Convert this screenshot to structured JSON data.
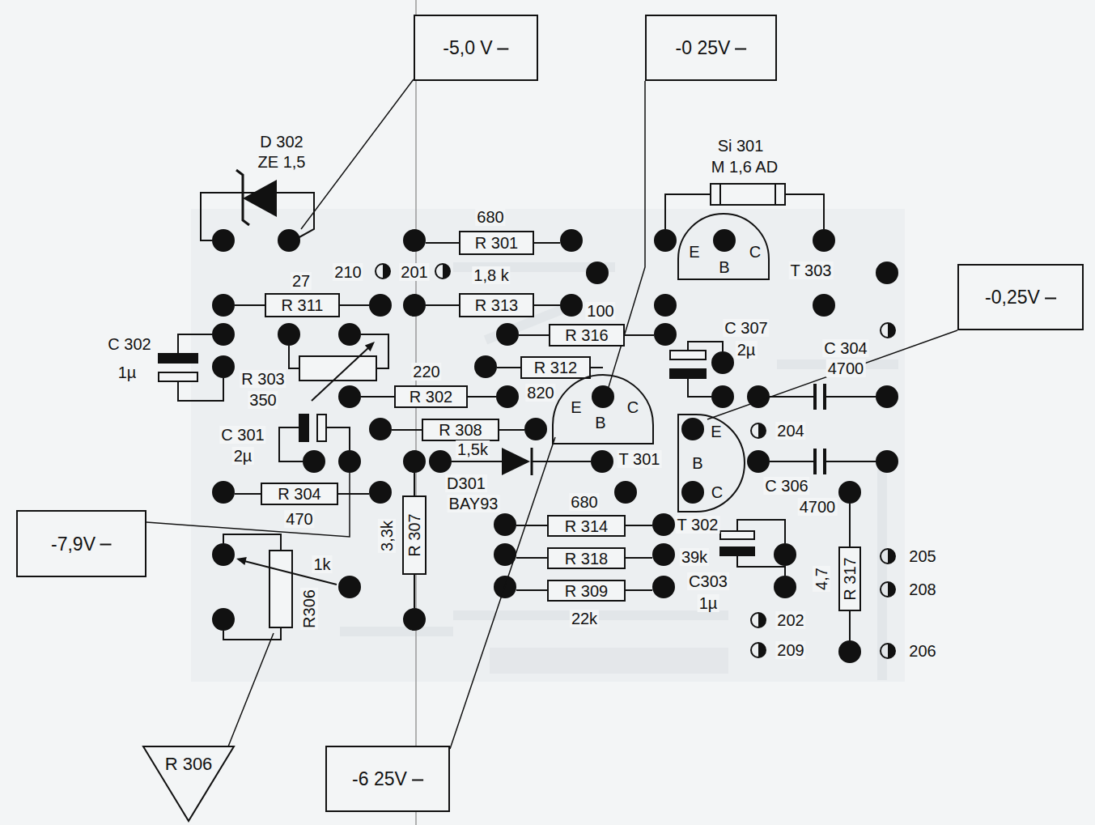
{
  "diagram": {
    "nodes": [
      {
        "text": [
          "-5,0 V"
        ]
      },
      {
        "text": [
          "-0 25V"
        ]
      },
      {
        "text": [
          "R 301"
        ]
      },
      {
        "text": [
          "E",
          "B",
          "C"
        ]
      },
      {
        "text": [
          "R 311"
        ]
      },
      {
        "text": [
          "R 313"
        ]
      },
      {
        "text": [
          "-0,25V"
        ]
      },
      {
        "text": [
          "R 316"
        ]
      },
      {
        "text": [
          "R 312"
        ]
      },
      {
        "text": [
          "R 302"
        ]
      },
      {
        "text": [
          "E",
          "B",
          "C"
        ]
      },
      {
        "text": [
          "R 308"
        ]
      },
      {
        "text": [
          "E",
          "B",
          "C"
        ]
      },
      {
        "text": [
          "R 304"
        ]
      },
      {
        "text": [
          "-7,9V"
        ]
      },
      {
        "text": [
          "R 307"
        ]
      },
      {
        "text": [
          "R 314"
        ]
      },
      {
        "text": [
          "R 318"
        ]
      },
      {
        "text": [
          "R 309"
        ]
      },
      {
        "text": [
          "R 317"
        ]
      },
      {
        "text": [
          "R 306"
        ]
      },
      {
        "text": [
          "-6 25V"
        ]
      }
    ],
    "labels": [
      "D 302",
      "ZE 1,5",
      "680",
      "Si 301",
      "M 1,6 AD",
      "210",
      "201",
      "1,8 k",
      "T 303",
      "27",
      "100",
      "C 307",
      "C 304",
      "C 302",
      "2µ",
      "4700",
      "1µ",
      "220",
      "R 303",
      "350",
      "820",
      "204",
      "C 301",
      "1,5k",
      "2µ",
      "T 301",
      "D301",
      "C 306",
      "BAY93",
      "4700",
      "470",
      "680",
      "T 302",
      "3,3k",
      "39k",
      "205",
      "1k",
      "4,7",
      "C303",
      "208",
      "R306",
      "1µ",
      "22k",
      "202",
      "209",
      "206"
    ]
  }
}
